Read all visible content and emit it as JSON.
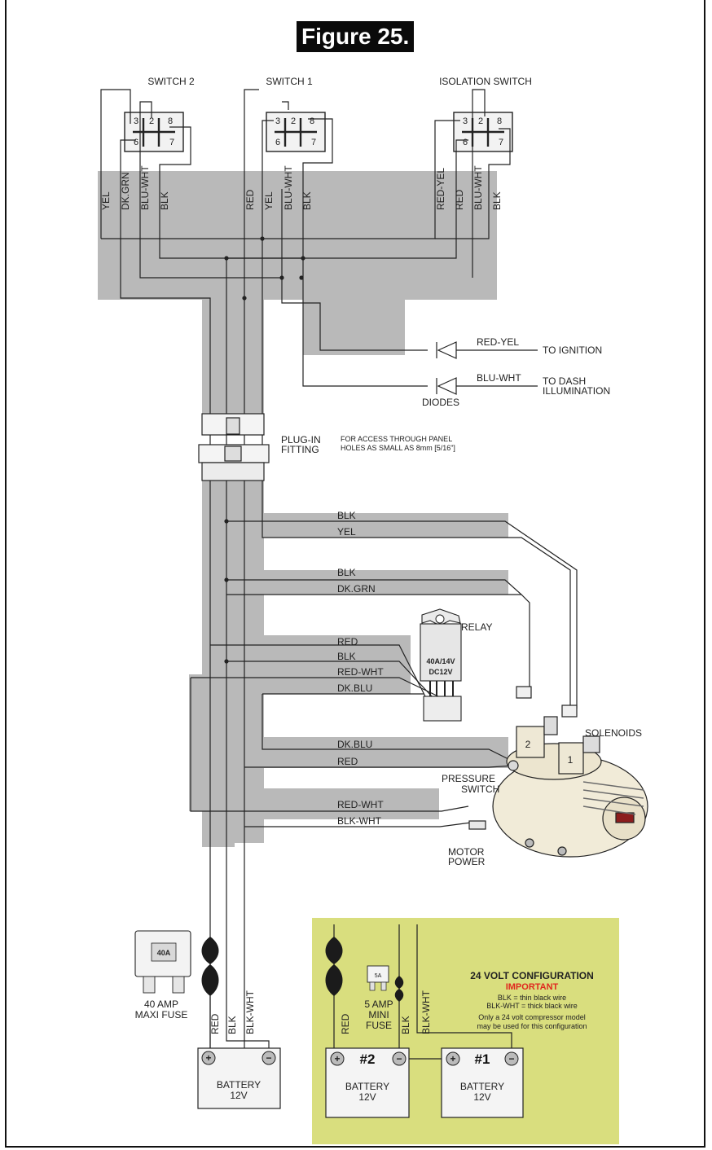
{
  "figure_title": "Figure 25.",
  "switches": {
    "switch2": "SWITCH 2",
    "switch1": "SWITCH 1",
    "isolation": "ISOLATION SWITCH",
    "pin_labels": [
      "3",
      "2",
      "8",
      "6",
      "7"
    ]
  },
  "switch_wires": {
    "switch2": [
      "YEL",
      "DK.GRN",
      "BLU-WHT",
      "BLK"
    ],
    "switch1": [
      "RED",
      "YEL",
      "BLU-WHT",
      "BLK"
    ],
    "isolation": [
      "RED-YEL",
      "RED",
      "BLU-WHT",
      "BLK"
    ]
  },
  "diodes": {
    "ignition_wire": "RED-YEL",
    "ignition_dest": "TO IGNITION",
    "dash_wire": "BLU-WHT",
    "dash_dest_line1": "TO DASH",
    "dash_dest_line2": "ILLUMINATION",
    "label": "DIODES"
  },
  "plug": {
    "label_line1": "PLUG-IN",
    "label_line2": "FITTING",
    "note_line1": "FOR ACCESS THROUGH PANEL",
    "note_line2": "HOLES AS SMALL AS 8mm [5/16\"]"
  },
  "harness_wires": {
    "sol1_blk": "BLK",
    "sol1_yel": "YEL",
    "sol2_blk": "BLK",
    "sol2_dkgrn": "DK.GRN",
    "relay_red": "RED",
    "relay_blk": "BLK",
    "relay_redwht": "RED-WHT",
    "relay_dkblu": "DK.BLU",
    "ps_dkblu": "DK.BLU",
    "ps_red": "RED",
    "motor_redwht": "RED-WHT",
    "motor_blkwht": "BLK-WHT"
  },
  "relay": {
    "label": "RELAY",
    "rating_line1": "40A/14V",
    "rating_line2": "DC12V"
  },
  "compressor": {
    "solenoids": "SOLENOIDS",
    "sol_num_2": "2",
    "sol_num_1": "1",
    "pressure_line1": "PRESSURE",
    "pressure_line2": "SWITCH",
    "motor_line1": "MOTOR",
    "motor_line2": "POWER"
  },
  "fuse_40": {
    "rating": "40A",
    "label_line1": "40 AMP",
    "label_line2": "MAXI FUSE"
  },
  "battery_12v": {
    "wires": [
      "RED",
      "BLK",
      "BLK-WHT"
    ],
    "label_line1": "BATTERY",
    "label_line2": "12V"
  },
  "config_24v": {
    "title": "24 VOLT CONFIGURATION",
    "important": "IMPORTANT",
    "line1": "BLK = thin black wire",
    "line2": "BLK-WHT = thick black wire",
    "line3": "Only a 24 volt compressor model",
    "line4": "may be used for this configuration",
    "fuse_rating": "5A",
    "fuse_line1": "5 AMP",
    "fuse_line2": "MINI",
    "fuse_line3": "FUSE",
    "wires": [
      "RED",
      "BLK",
      "BLK-WHT"
    ],
    "battery2_num": "#2",
    "battery1_num": "#1",
    "battery_line1": "BATTERY",
    "battery_line2": "12V",
    "bg_color": "#d9de7e"
  },
  "colors": {
    "harness_gray": "#b9b9b9",
    "wire": "#222222",
    "important_red": "#e0281e"
  }
}
